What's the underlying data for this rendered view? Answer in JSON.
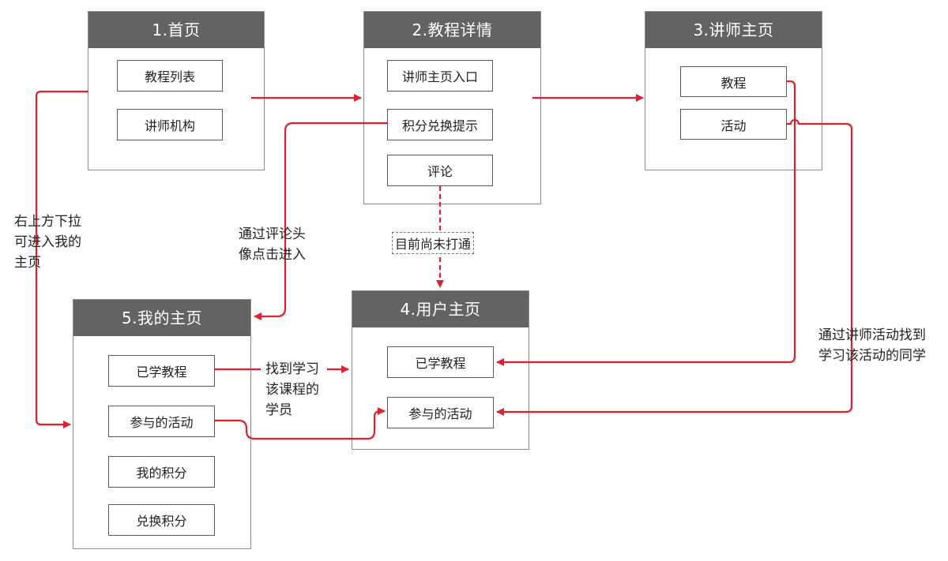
{
  "colors": {
    "arrow": "#e0202f",
    "header": "#636363",
    "box_border": "#8c8c8c"
  },
  "pages": {
    "home": {
      "title": "1.首页",
      "items": [
        "教程列表",
        "讲师机构"
      ]
    },
    "tutorial_detail": {
      "title": "2.教程详情",
      "items": [
        "讲师主页入口",
        "积分兑换提示",
        "评论"
      ]
    },
    "instructor_home": {
      "title": "3.讲师主页",
      "items": [
        "教程",
        "活动"
      ]
    },
    "user_home": {
      "title": "4.用户主页",
      "items": [
        "已学教程",
        "参与的活动"
      ]
    },
    "my_home": {
      "title": "5.我的主页",
      "items": [
        "已学教程",
        "参与的活动",
        "我的积分",
        "兑换积分"
      ]
    }
  },
  "annotations": {
    "pull_down": [
      "右上方下拉",
      "可进入我的",
      "主页"
    ],
    "via_comment_avatar": [
      "通过评论头",
      "像点击进入"
    ],
    "not_connected": "目前尚未打通",
    "find_classmates": [
      "找到学习",
      "该课程的",
      "学员"
    ],
    "via_instructor_activity": [
      "通过讲师活动找到",
      "学习该活动的同学"
    ]
  }
}
